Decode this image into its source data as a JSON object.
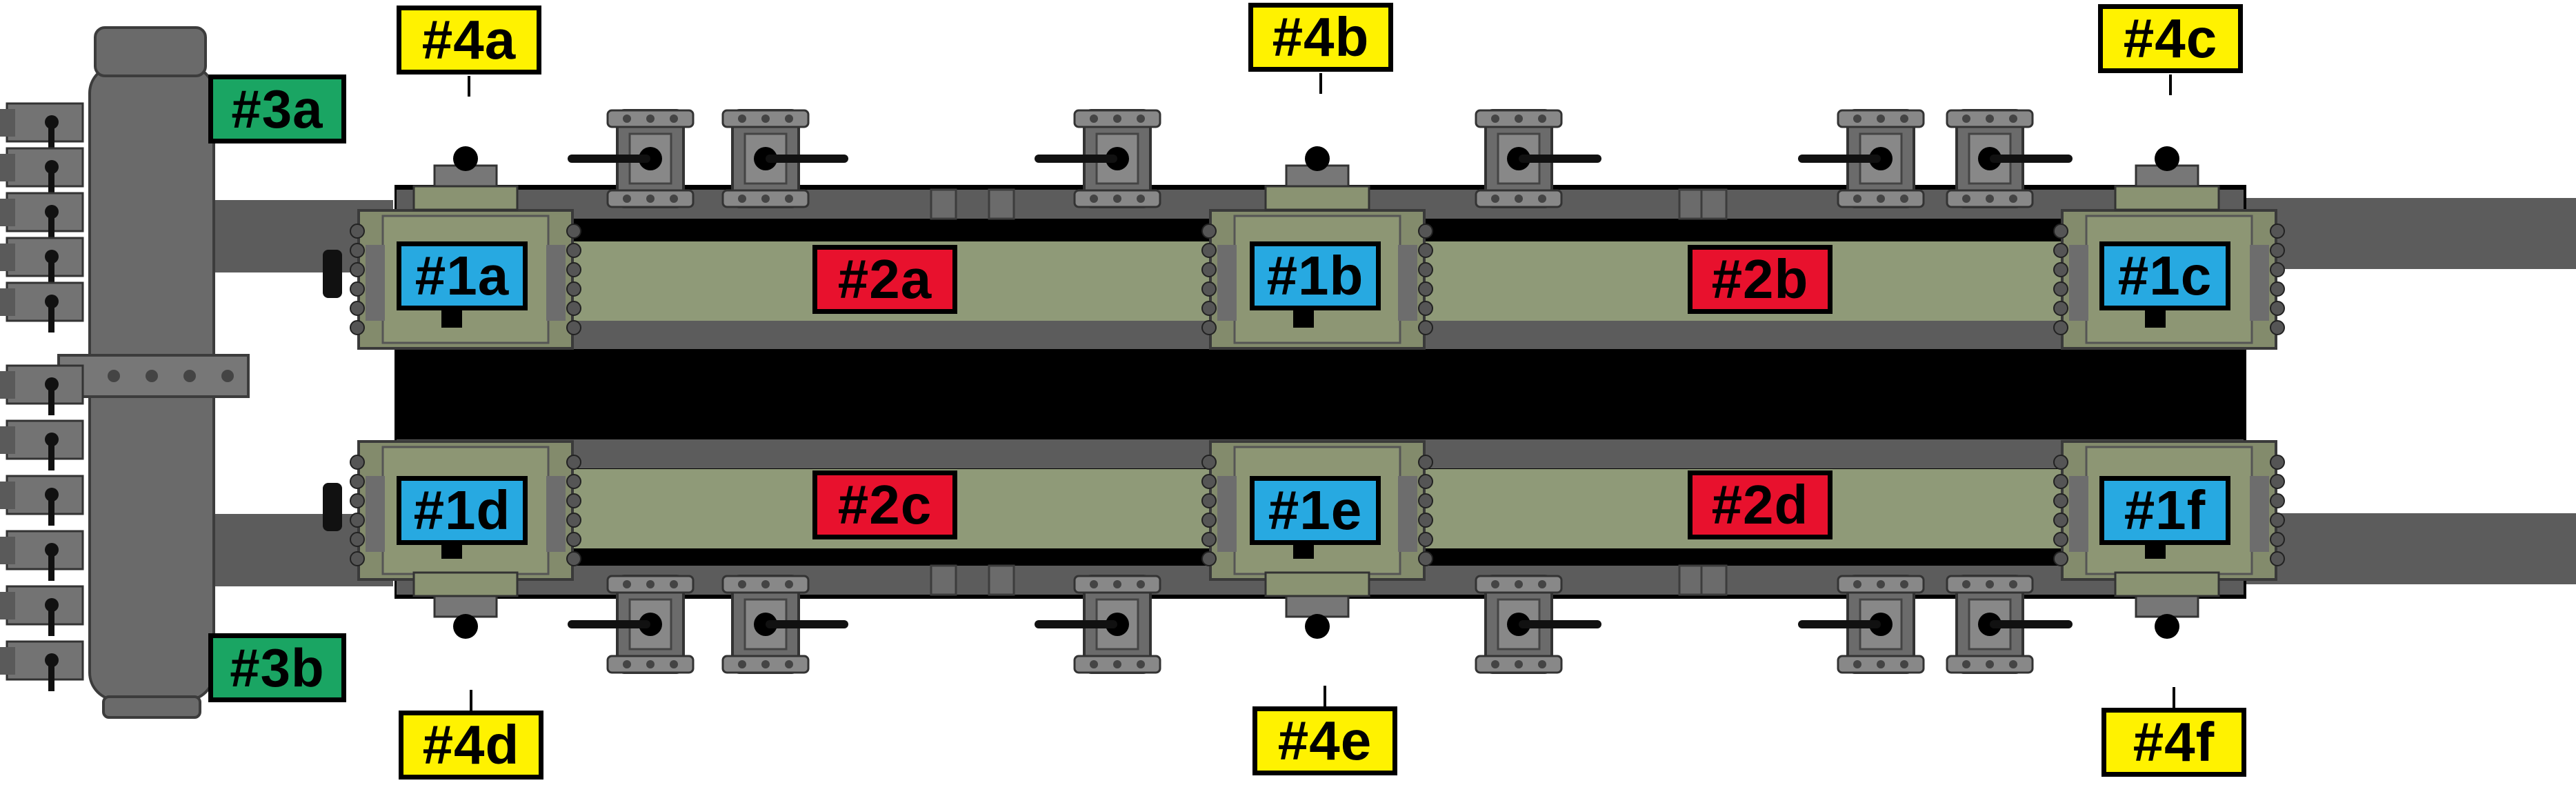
{
  "colors": {
    "sensor_blue": "#27a9e1",
    "section_red": "#e8112d",
    "header_green": "#1aa563",
    "valve_yellow": "#fff200",
    "pipe_olive": "#8f9a78",
    "pipe_gray": "#5c5c5c",
    "frame_black": "#000000"
  },
  "labels": {
    "sensors": [
      "#1a",
      "#1b",
      "#1c",
      "#1d",
      "#1e",
      "#1f"
    ],
    "sections": [
      "#2a",
      "#2b",
      "#2c",
      "#2d"
    ],
    "headers": [
      "#3a",
      "#3b"
    ],
    "valves": [
      "#4a",
      "#4b",
      "#4c",
      "#4d",
      "#4e",
      "#4f"
    ]
  }
}
